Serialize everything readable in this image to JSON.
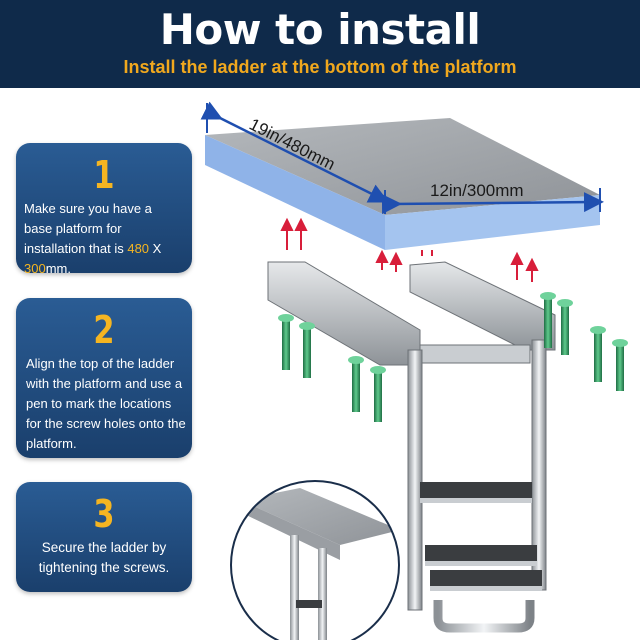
{
  "header": {
    "title": "How to install",
    "subtitle": "Install the ladder at the bottom of  the platform"
  },
  "dimensions": {
    "length": "19in/480mm",
    "width": "12in/300mm"
  },
  "steps": [
    {
      "number": "1",
      "text_before": "Make sure you have a base platform for installation that is ",
      "highlight_a": "480",
      "text_mid": " X ",
      "highlight_b": "300",
      "text_after": "mm."
    },
    {
      "number": "2",
      "text": "Align the top of the ladder with the platform and use a pen to mark the locations for the screw holes onto the platform."
    },
    {
      "number": "3",
      "text": "Secure the ladder by tightening the screws."
    }
  ],
  "colors": {
    "header_bg": "#0f2a4a",
    "subtitle": "#f0a81e",
    "step_bg": "#22507f",
    "highlight": "#f5b521",
    "platform_top": "#9fa3a8",
    "platform_side": "#8fb3e8",
    "arrow": "#d81e3a",
    "dimension_line": "#1f4fb0",
    "screw": "#2f8f5a"
  }
}
